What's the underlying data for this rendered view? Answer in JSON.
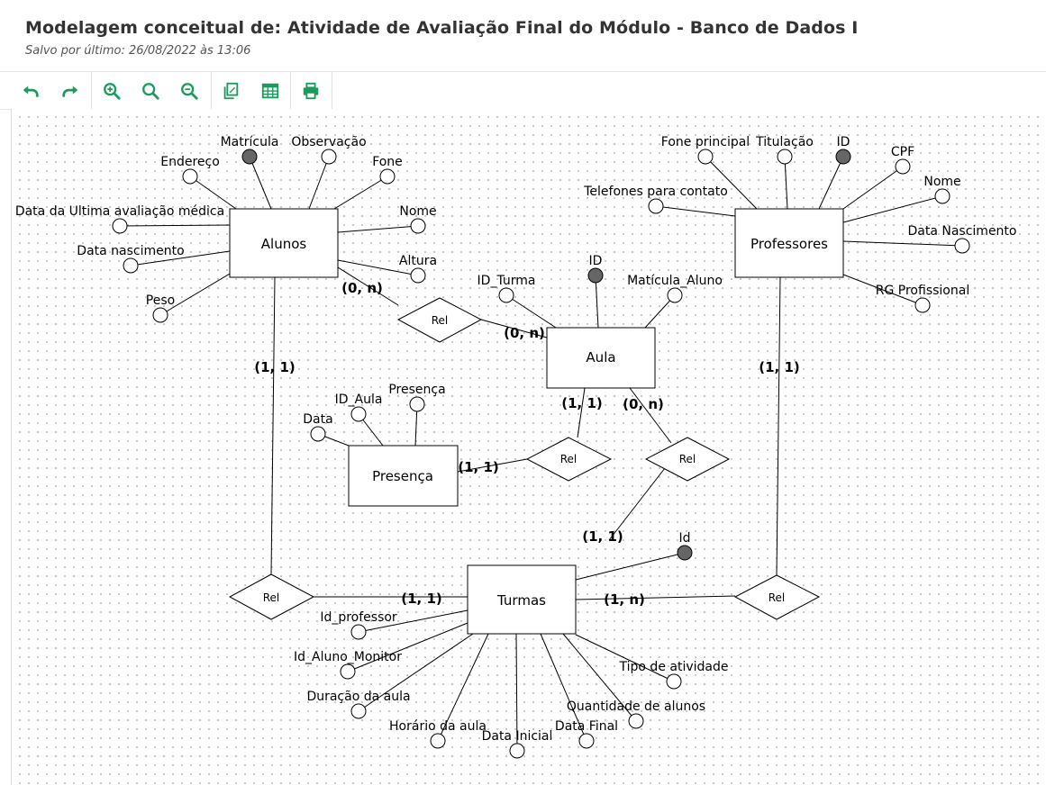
{
  "header": {
    "title": "Modelagem conceitual de: Atividade de Avaliação Final do Módulo - Banco de Dados I",
    "saved": "Salvo por último: 26/08/2022 às 13:06"
  },
  "toolbar": {
    "buttons": [
      "undo-icon",
      "redo-icon",
      "zoom-in-icon",
      "zoom-reset-icon",
      "zoom-out-icon",
      "copy-icon",
      "table-icon",
      "print-icon"
    ]
  },
  "colors": {
    "accent": "#1a9b5b",
    "attr_fill_key": "#666666"
  },
  "diagram": {
    "entities": {
      "alunos": "Alunos",
      "professores": "Professores",
      "aula": "Aula",
      "presenca": "Presença",
      "turmas": "Turmas"
    },
    "relationship_label": "Rel",
    "alunos_attrs": [
      "Matrícula",
      "Observação",
      "Endereço",
      "Fone",
      "Data da Ultima avaliação médica",
      "Nome",
      "Data nascimento",
      "Altura",
      "Peso"
    ],
    "professores_attrs": [
      "Fone principal",
      "Titulação",
      "ID",
      "CPF",
      "Telefones para contato",
      "Nome",
      "Data Nascimento",
      "RG Profissional"
    ],
    "aula_attrs": [
      "ID_Turma",
      "ID",
      "Matícula_Aluno"
    ],
    "presenca_attrs": [
      "ID_Aula",
      "Presença",
      "Data"
    ],
    "turmas_attrs": [
      "Id",
      "Id_professor",
      "Id_Aluno_Monitor",
      "Tipo de atividade",
      "Duração da aula",
      "Quantidade de alunos",
      "Horário da aula",
      "Data Final",
      "Data Inicial"
    ],
    "cardinalities": {
      "alunos_rel_aula": "(0, n)",
      "rel_aula_aula": "(0, n)",
      "alunos_rel_turmas": "(1, 1)",
      "aula_rel_presenca": "(1, 1)",
      "rel_presenca_presenca": "(1, 1)",
      "aula_rel_turmas": "(0, n)",
      "rel_turmas_turmas": "(1, 1)",
      "professores_rel_turmas": "(1, 1)",
      "rel_alunos_turmas": "(1, 1)",
      "rel_prof_turmas": "(1, n)"
    }
  }
}
